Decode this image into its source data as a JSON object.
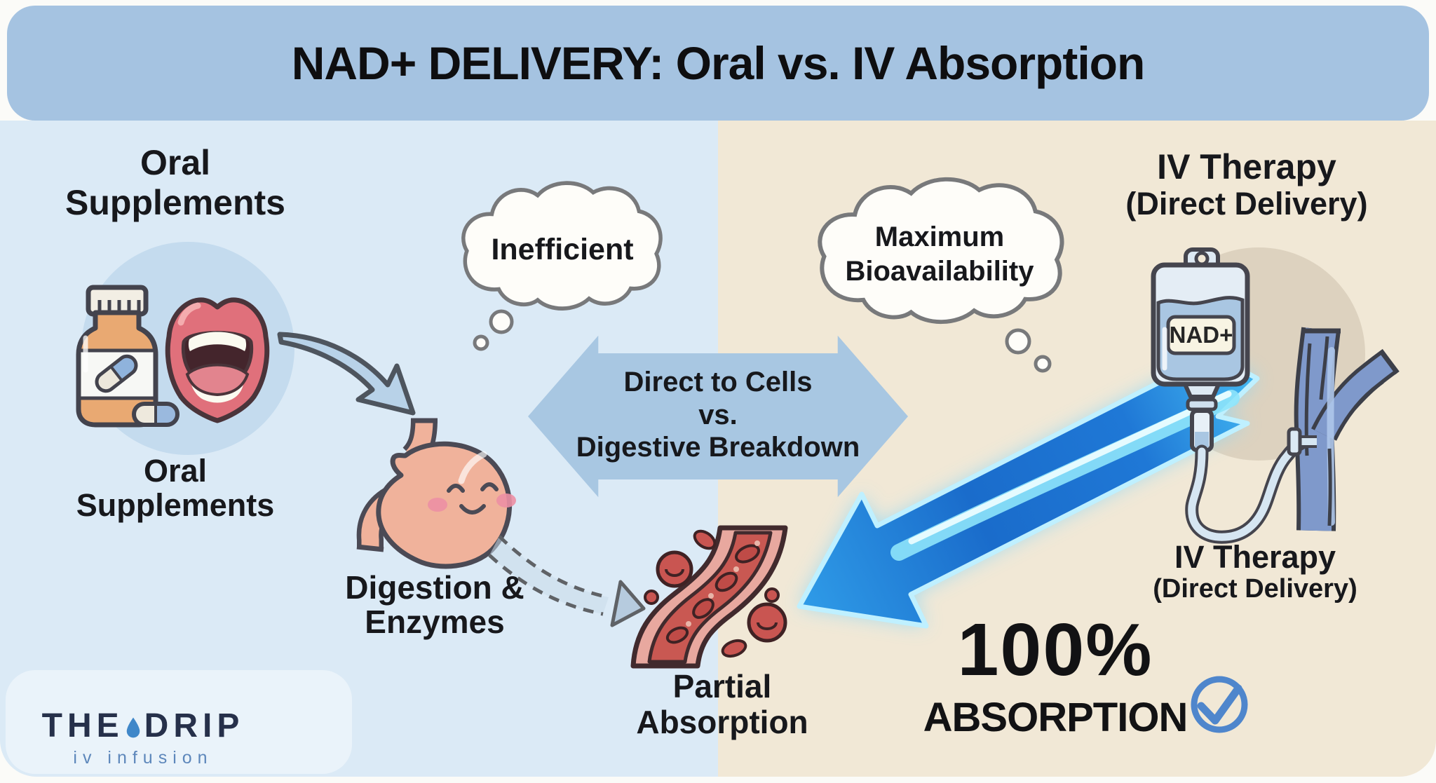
{
  "title": "NAD+ DELIVERY: Oral vs. IV Absorption",
  "left_panel": {
    "heading": [
      "Oral",
      "Supplements"
    ],
    "thought_bubble": "Inefficient",
    "supplements_caption": [
      "Oral",
      "Supplements"
    ],
    "digestion_caption": [
      "Digestion &",
      "Enzymes"
    ],
    "partial_caption": [
      "Partial",
      "Absorption"
    ]
  },
  "center_arrow": {
    "lines": [
      "Direct to Cells",
      "vs.",
      "Digestive Breakdown"
    ]
  },
  "right_panel": {
    "heading": [
      "IV Therapy",
      "(Direct Delivery)"
    ],
    "thought_bubble": [
      "Maximum",
      "Bioavailability"
    ],
    "iv_bag_label": "NAD+",
    "iv_caption": [
      "IV Therapy",
      "(Direct Delivery)"
    ],
    "absorption_value": "100%",
    "absorption_label": "ABSORPTION"
  },
  "logo": {
    "brand_the": "THE",
    "brand_drip": "DRIP",
    "tagline": "iv infusion"
  },
  "colors": {
    "banner": "#a5c3e1",
    "left_bg": "#dbeaf6",
    "right_bg": "#f1e8d6",
    "compare_arrow": "#a8c7e2",
    "glow_arrow_deep": "#1a6ccb",
    "glow_arrow_cyan": "#8ee4fb",
    "vein_blue": "#7f99cb",
    "vessel_red": "#c95852",
    "stomach": "#f0b29b",
    "bottle_orange": "#e9a972",
    "check_blue": "#4f86cc",
    "logo_navy": "#26304a",
    "logo_tagline": "#5d87bb"
  }
}
